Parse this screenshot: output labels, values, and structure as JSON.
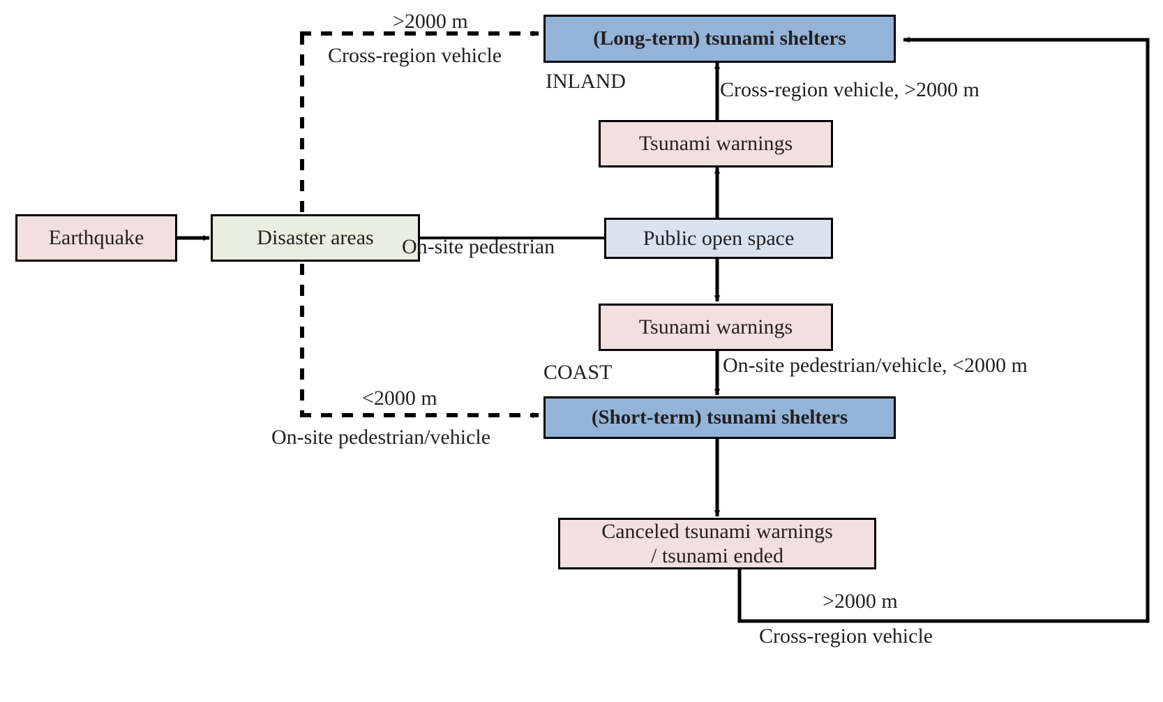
{
  "diagram": {
    "title": "Tsunami evacuation process flowchart",
    "colors": {
      "pink": "#f2dfdf",
      "green": "#e9eede",
      "light_blue": "#d9e2ef",
      "blue": "#94b3d8",
      "stroke": "#000000",
      "background": "#ffffff"
    }
  },
  "nodes": {
    "earthquake": "Earthquake",
    "disaster_areas": "Disaster areas",
    "long_term_shelters": "(Long-term) tsunami shelters",
    "tsunami_warnings_upper": "Tsunami warnings",
    "public_open_space": "Public open space",
    "tsunami_warnings_lower": "Tsunami warnings",
    "short_term_shelters": "(Short-term) tsunami shelters",
    "canceled_warnings_line1": "Canceled tsunami warnings",
    "canceled_warnings_line2": "/ tsunami ended"
  },
  "regions": {
    "inland": "INLAND",
    "coast": "COAST"
  },
  "edge_labels": {
    "top_dashed_distance": ">2000 m",
    "top_dashed_mode": "Cross-region vehicle",
    "mid_horizontal_mode": "On-site pedestrian",
    "warnings_to_longterm": "Cross-region vehicle, >2000 m",
    "warnings_to_shortterm": "On-site pedestrian/vehicle, <2000 m",
    "bottom_dashed_distance": "<2000 m",
    "bottom_dashed_mode": "On-site pedestrian/vehicle",
    "return_distance": ">2000 m",
    "return_mode": "Cross-region vehicle"
  }
}
